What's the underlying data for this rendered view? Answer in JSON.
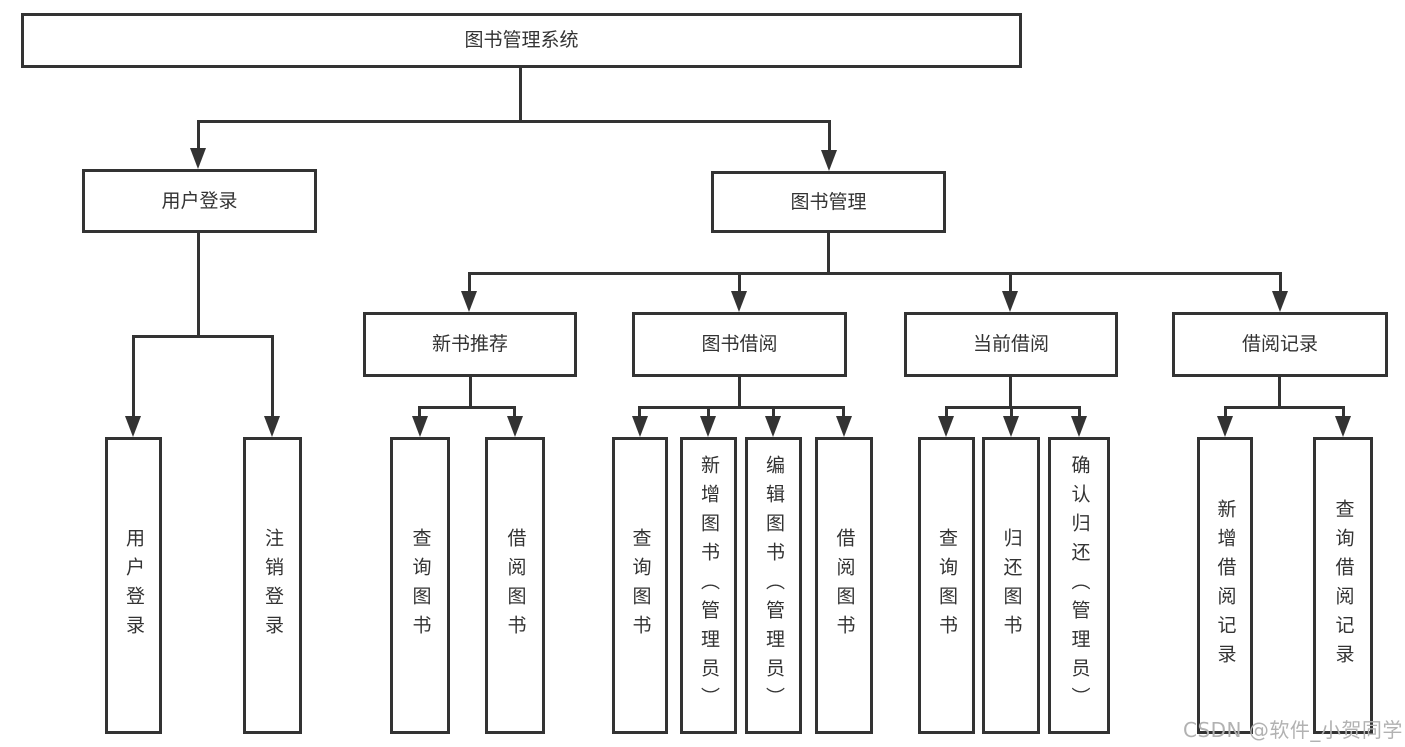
{
  "diagram": {
    "root": {
      "label": "图书管理系统"
    },
    "branches": {
      "user_login": {
        "label": "用户登录",
        "children": {
          "login": {
            "label": "用户登录"
          },
          "logout": {
            "label": "注销登录"
          }
        }
      },
      "book_mgmt": {
        "label": "图书管理",
        "children": {
          "new_book_rec": {
            "label": "新书推荐",
            "children": {
              "query_book": {
                "label": "查询图书"
              },
              "borrow_book": {
                "label": "借阅图书"
              }
            }
          },
          "book_borrow": {
            "label": "图书借阅",
            "children": {
              "query_book": {
                "label": "查询图书"
              },
              "add_book": {
                "label": "新增图书（管理员）"
              },
              "edit_book": {
                "label": "编辑图书（管理员）"
              },
              "borrow_book": {
                "label": "借阅图书"
              }
            }
          },
          "current_borrow": {
            "label": "当前借阅",
            "children": {
              "query_book": {
                "label": "查询图书"
              },
              "return_book": {
                "label": "归还图书"
              },
              "confirm_return": {
                "label": "确认归还（管理员）"
              }
            }
          },
          "borrow_record": {
            "label": "借阅记录",
            "children": {
              "add_record": {
                "label": "新增借阅记录"
              },
              "query_record": {
                "label": "查询借阅记录"
              }
            }
          }
        }
      }
    }
  },
  "watermark": {
    "text": "CSDN @软件_小贺同学"
  },
  "colors": {
    "line": "#333333",
    "text": "#333333",
    "background": "#ffffff",
    "watermark": "#b2b2b2"
  }
}
